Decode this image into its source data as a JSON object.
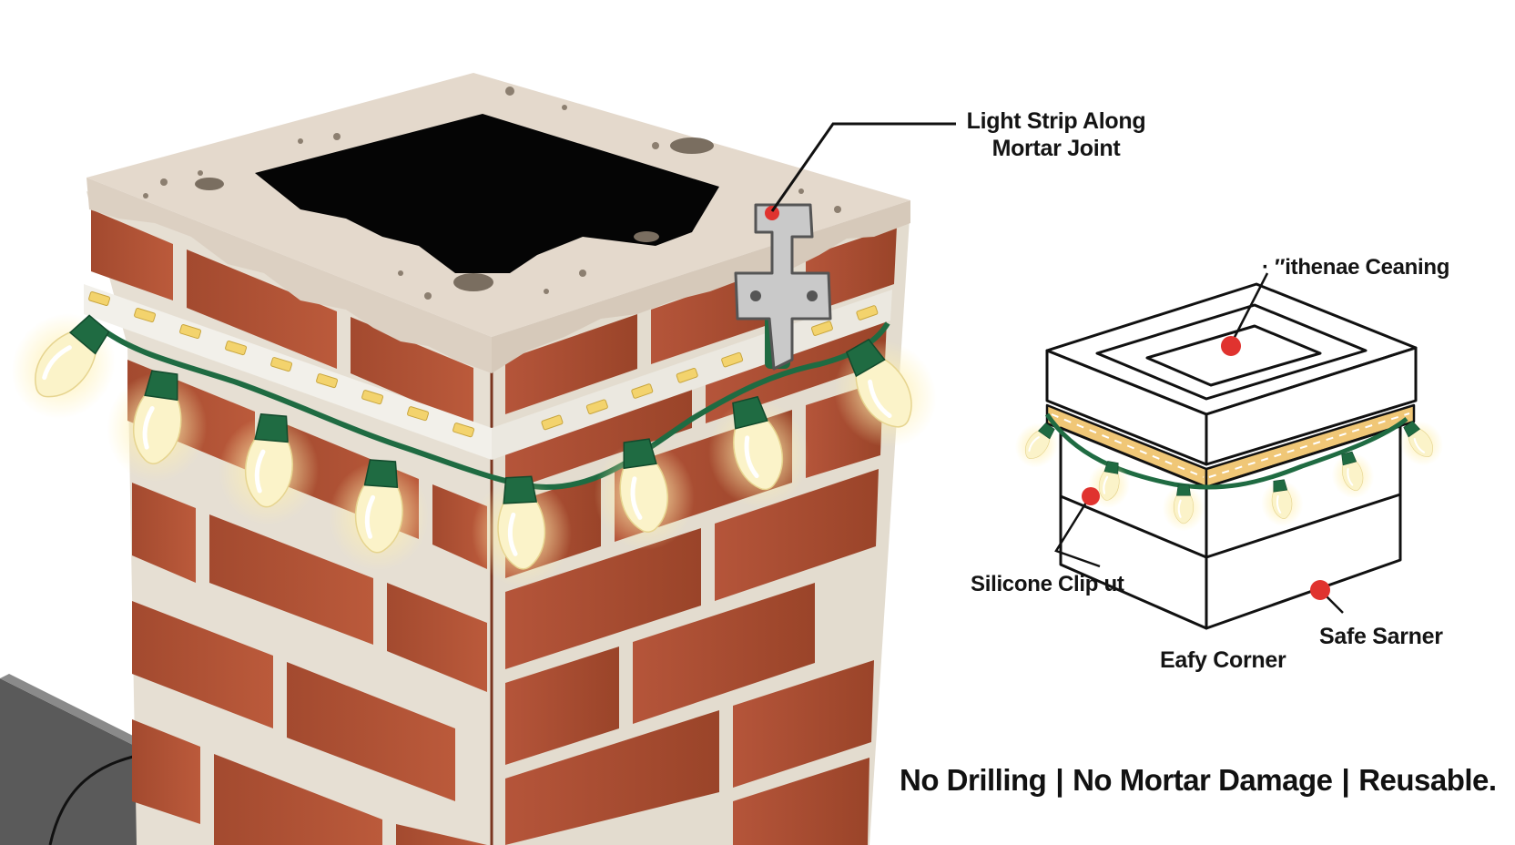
{
  "callouts": {
    "main": {
      "line1": "Light Strip Along",
      "line2": "Mortar Joint"
    },
    "inset_top": "· ″ithenae Ceaning",
    "inset_left": "Silicone Clip ut",
    "inset_bottom": "Eafy Corner",
    "inset_right": "Safe Sarner"
  },
  "tagline": {
    "items": [
      "No Drilling",
      "No Mortar Damage",
      "Reusable."
    ],
    "separator": "|"
  },
  "icons": {
    "chimney": "brick-chimney-illustration",
    "clip": "mounting-clip-icon",
    "bulbs": "c9-bulb-icon",
    "strip": "led-strip-icon"
  },
  "colors": {
    "brick": "#b9583a",
    "brick_dark": "#8f3f27",
    "mortar": "#e9e3d8",
    "cap": "#e4d9cc",
    "flue": "#050505",
    "wire": "#1f6b42",
    "bulb": "#fbf3c9",
    "bulb_glow": "#fff6cc",
    "led": "#f3d36d",
    "marker": "#e0332f",
    "leader": "#111111",
    "inset_strip": "#f0c777"
  }
}
